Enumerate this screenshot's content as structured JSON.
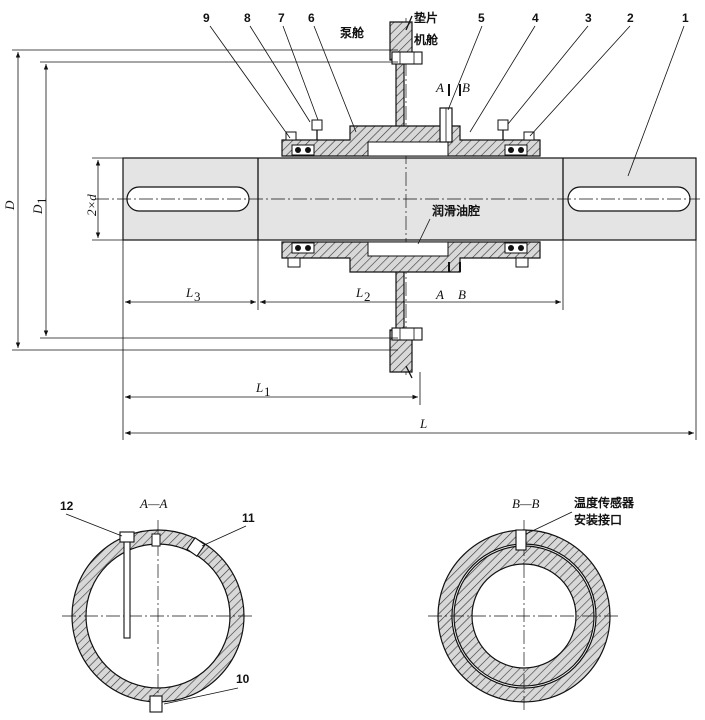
{
  "part_numbers": [
    "1",
    "2",
    "3",
    "4",
    "5",
    "6",
    "7",
    "8",
    "9",
    "10",
    "11",
    "12"
  ],
  "labels": {
    "pump_cabin": "泵舱",
    "gasket": "垫片",
    "engine_cabin": "机舱",
    "oil_chamber": "润滑油腔",
    "sensor_port_line1": "温度传感器",
    "sensor_port_line2": "安装接口"
  },
  "section_marks": {
    "A": "A",
    "B": "B",
    "section_aa": "A—A",
    "section_bb": "B—B"
  },
  "dimensions": {
    "D": "D",
    "D1_main": "D",
    "D1_sub": "1",
    "two_d": "2×d",
    "L": "L",
    "L1_main": "L",
    "L1_sub": "1",
    "L2_main": "L",
    "L2_sub": "2",
    "L3_main": "L",
    "L3_sub": "3"
  }
}
